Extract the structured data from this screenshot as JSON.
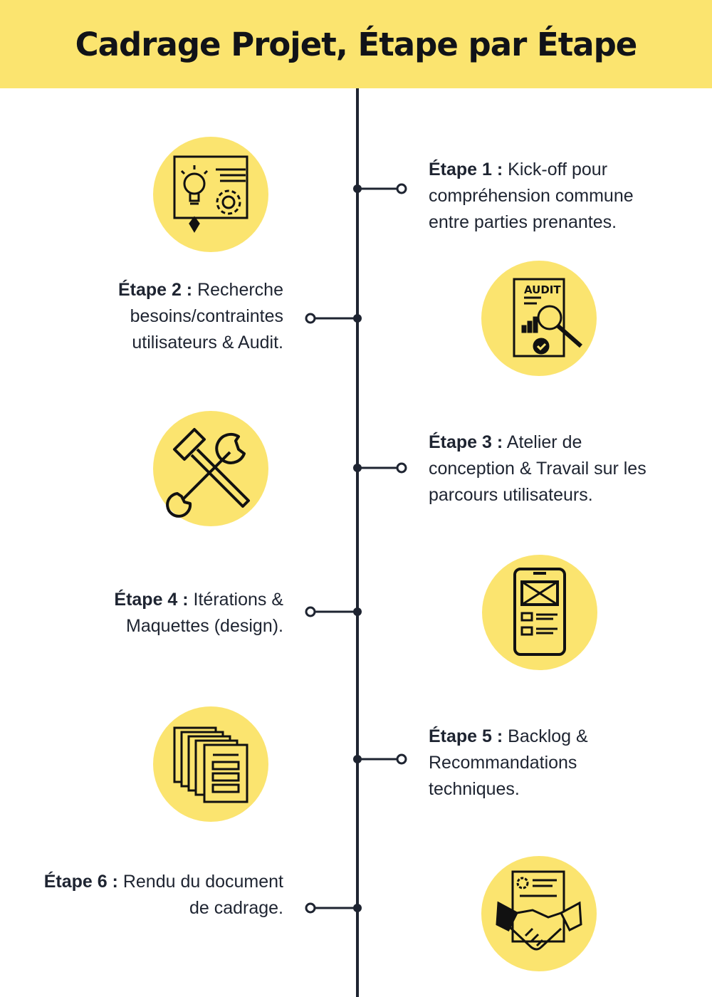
{
  "title": "Cadrage Projet, Étape par Étape",
  "colors": {
    "accent": "#fbe46f",
    "ink": "#1e2431"
  },
  "steps": [
    {
      "label": "Étape 1 :",
      "text": " Kick-off pour compréhension commune entre parties prenantes.",
      "icon": "idea-gear-icon"
    },
    {
      "label": "Étape 2 :",
      "text": " Recherche besoins/contraintes utilisateurs & Audit.",
      "icon": "audit-magnifier-icon"
    },
    {
      "label": "Étape 3 :",
      "text": " Atelier de conception & Travail sur les parcours utilisateurs.",
      "icon": "hammer-wrench-icon"
    },
    {
      "label": "Étape 4 :",
      "text": " Itérations & Maquettes (design).",
      "icon": "mobile-wireframe-icon"
    },
    {
      "label": "Étape 5 :",
      "text": " Backlog & Recommandations techniques.",
      "icon": "document-stack-icon"
    },
    {
      "label": "Étape 6 :",
      "text": " Rendu du document de cadrage.",
      "icon": "handshake-contract-icon"
    }
  ],
  "audit_icon_text": "AUDIT"
}
